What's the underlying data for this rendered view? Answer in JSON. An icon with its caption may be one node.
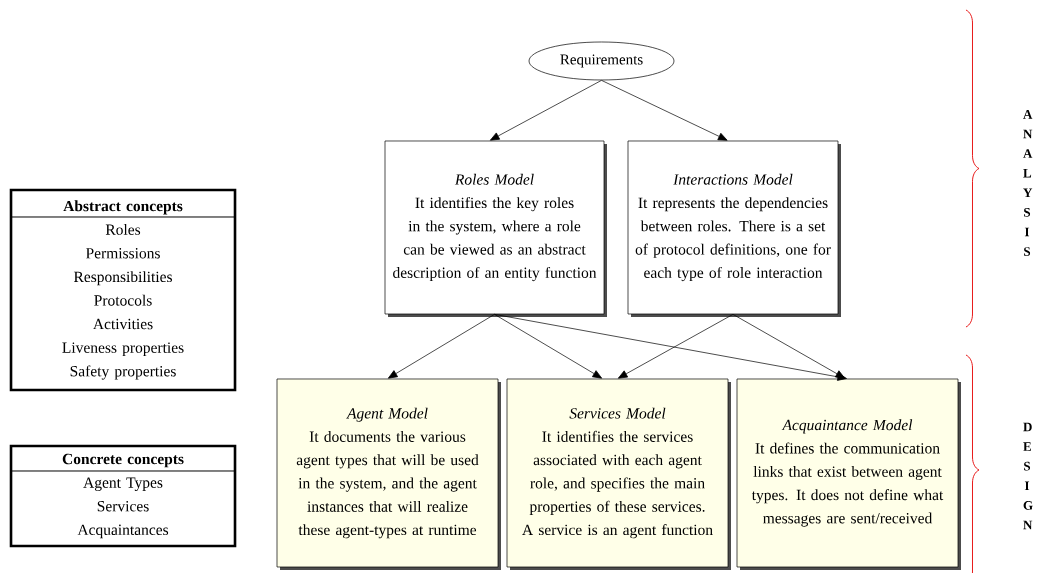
{
  "diagram": {
    "nodes": [
      {
        "text": [
          "Requirements"
        ]
      },
      {
        "text": [
          "Roles Model",
          "It identifies the key roles in the system, where a role can be viewed as an abstract description of an entity function"
        ]
      },
      {
        "text": [
          "Interactions Model",
          "It represents the dependencies between roles. There is a set of protocol definitions, one for each type of role interaction"
        ]
      },
      {
        "text": [
          "Agent Model",
          "It documents the various agent types that will be used in the system, and the agent instances that will realize these agent-types at runtime"
        ]
      },
      {
        "text": [
          "Services Model",
          "It identifies the services associated with each agent role, and specifies the main properties of these services. A service is an agent function"
        ]
      },
      {
        "text": [
          "Acquaintance Model",
          "It defines the communication links that exist between agent types. It does not define what messages are sent/received"
        ]
      },
      {
        "text": [
          "Abstract concepts",
          "Roles",
          "Permissions",
          "Responsibilities",
          "Protocols",
          "Activities",
          "Liveness properties",
          "Safety properties"
        ]
      },
      {
        "text": [
          "Concrete concepts",
          "Agent Types",
          "Services",
          "Acquaintances"
        ]
      }
    ],
    "edges": [
      {
        "from": 0,
        "to": 1,
        "arrow": "to"
      },
      {
        "from": 0,
        "to": 2,
        "arrow": "to"
      },
      {
        "from": 1,
        "to": 3,
        "arrow": "to"
      },
      {
        "from": 1,
        "to": 4,
        "arrow": "to"
      },
      {
        "from": 1,
        "to": 5,
        "arrow": "to"
      },
      {
        "from": 2,
        "to": 4,
        "arrow": "to"
      },
      {
        "from": 2,
        "to": 5,
        "arrow": "to"
      }
    ],
    "labels": [
      "A N A L Y S I S",
      "D E S I G N"
    ]
  }
}
